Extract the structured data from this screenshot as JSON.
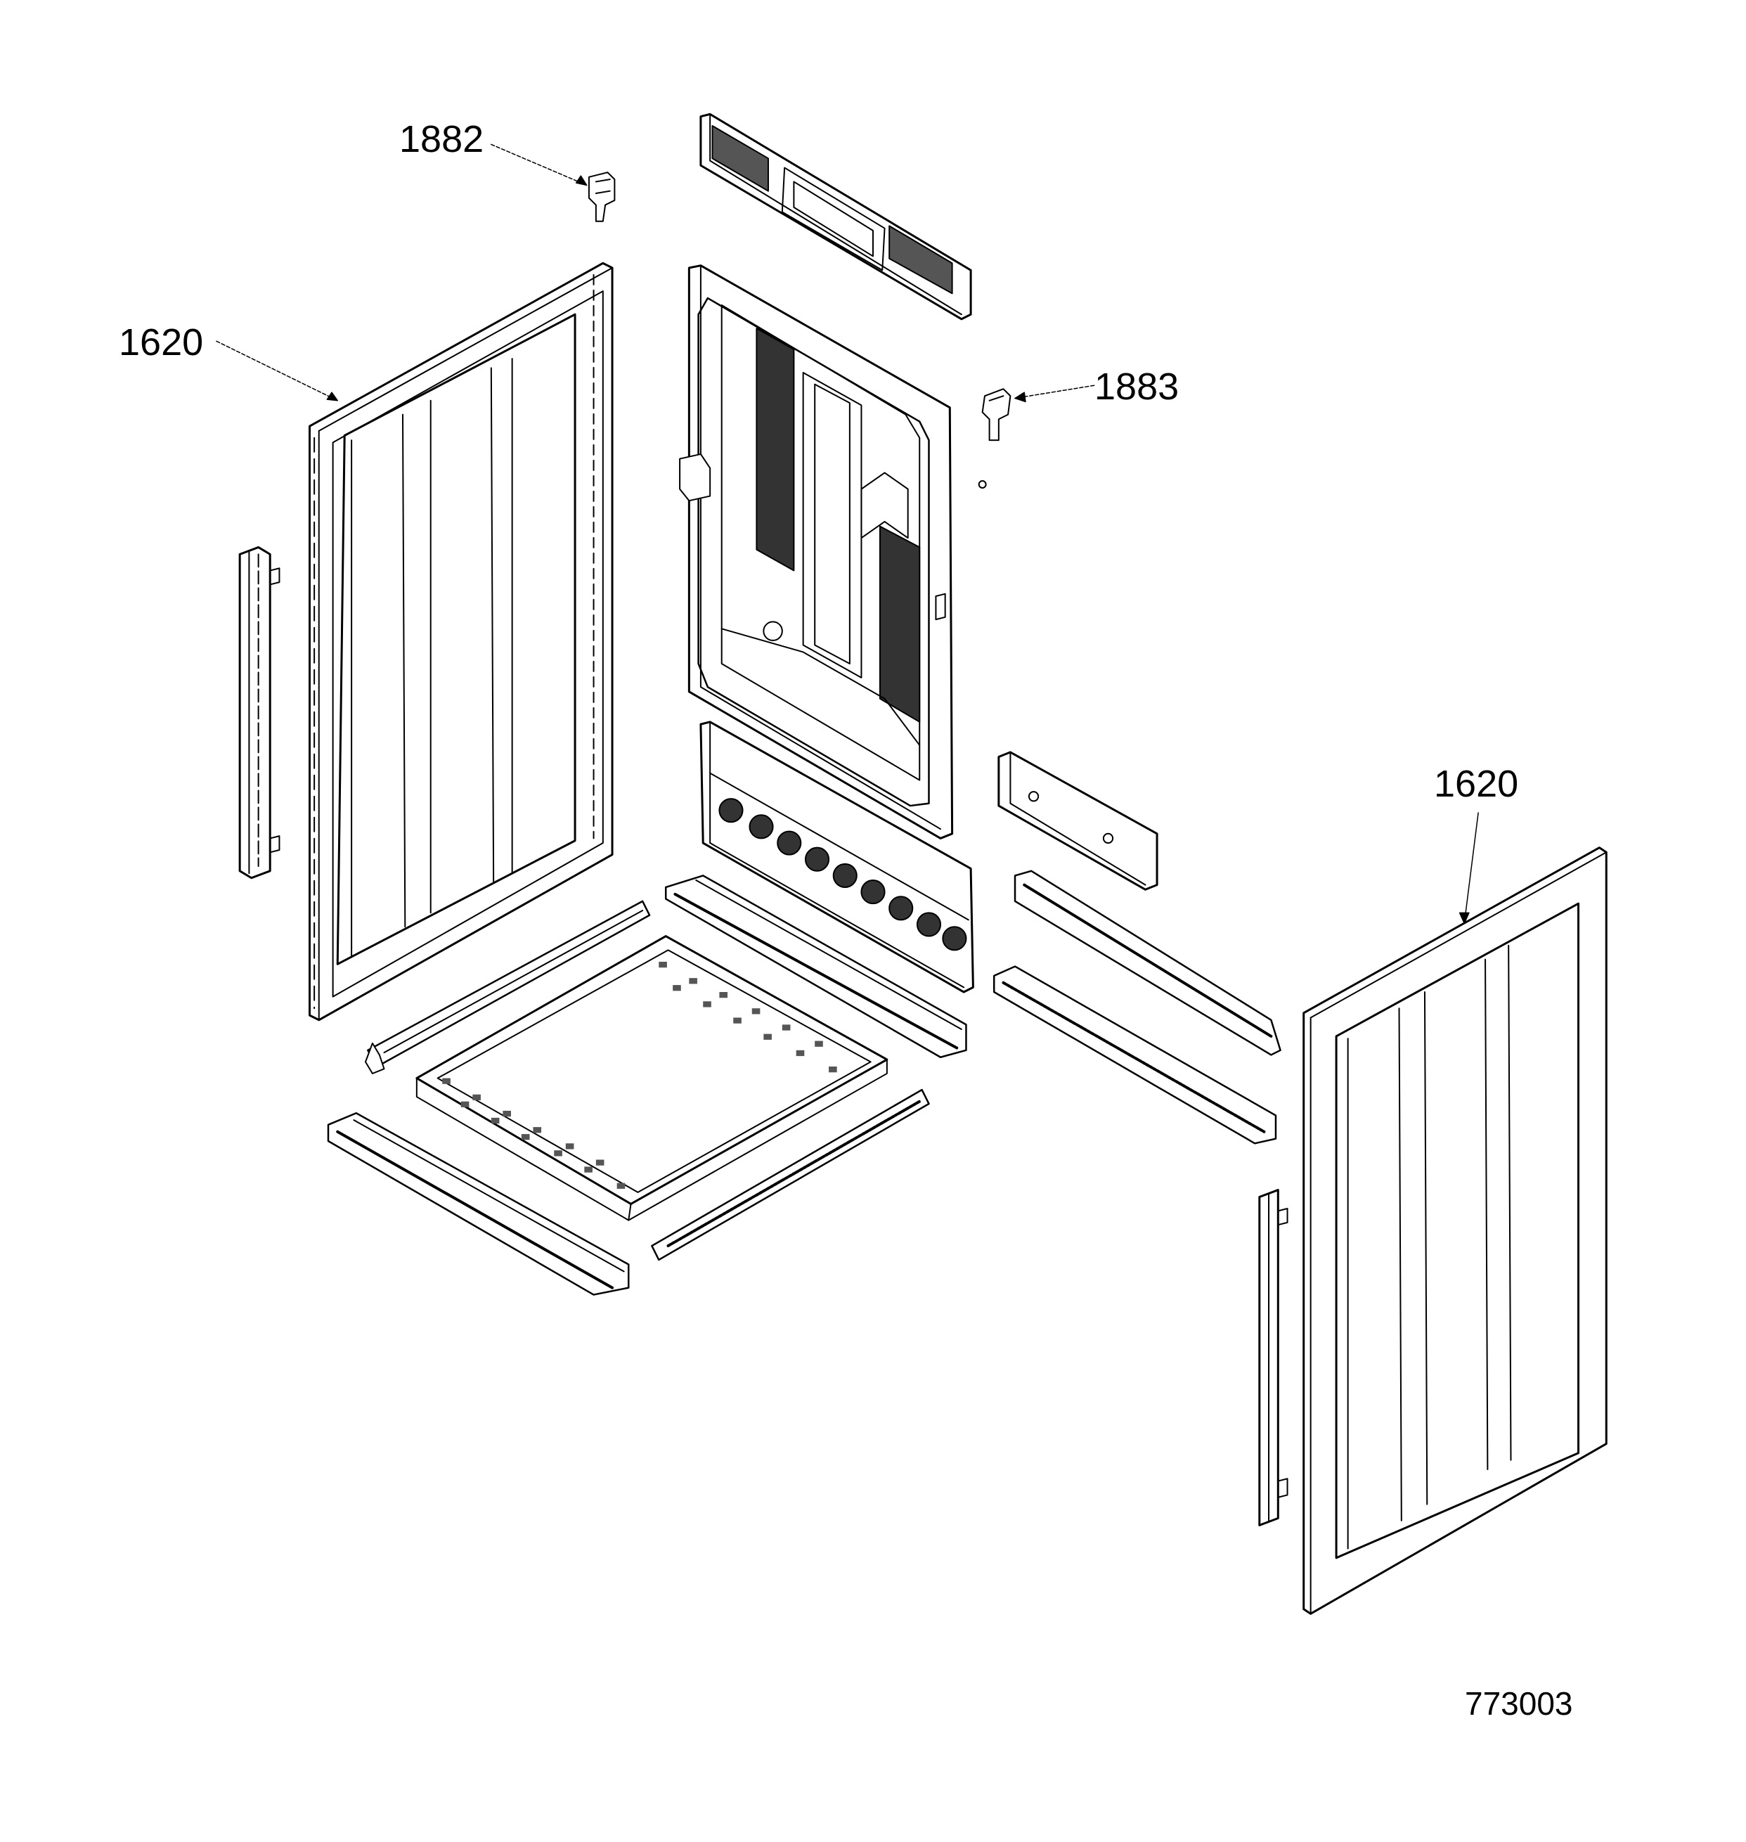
{
  "callouts": {
    "c1882": "1882",
    "c1620_left": "1620",
    "c1883": "1883",
    "c1620_right": "1620"
  },
  "figure_id": "773003",
  "colors": {
    "ink": "#000000",
    "paper": "#ffffff"
  }
}
